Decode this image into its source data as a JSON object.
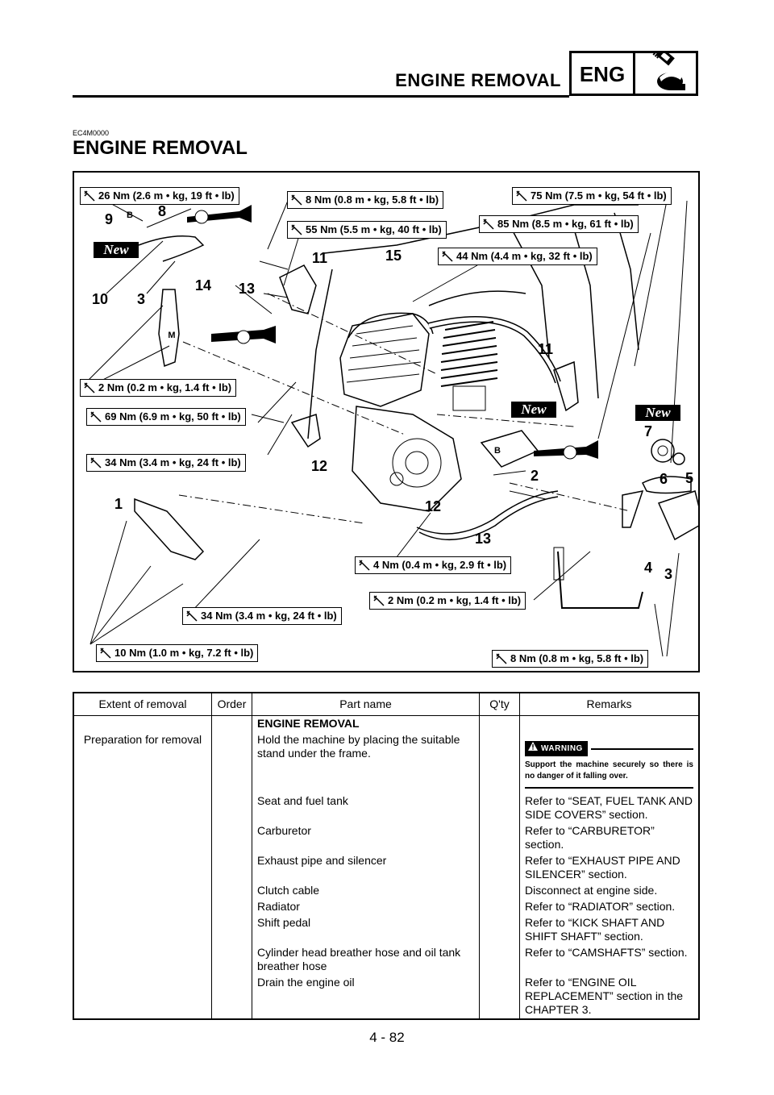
{
  "header": {
    "title": "ENGINE REMOVAL",
    "section_code": "ENG",
    "icon": "wrench-and-engine-icon"
  },
  "document_code": "EC4M0000",
  "page_title": "ENGINE REMOVAL",
  "diagram": {
    "torque_labels": [
      "26 Nm (2.6 m • kg, 19 ft • lb)",
      "8 Nm (0.8 m • kg, 5.8 ft • lb)",
      "75 Nm (7.5 m • kg, 54 ft • lb)",
      "55 Nm (5.5 m • kg, 40 ft • lb)",
      "85 Nm (8.5 m • kg, 61 ft • lb)",
      "44 Nm (4.4 m • kg, 32 ft • lb)",
      "2 Nm (0.2 m • kg, 1.4 ft • lb)",
      "69 Nm (6.9 m • kg, 50 ft • lb)",
      "34 Nm (3.4 m • kg, 24 ft • lb)",
      "4 Nm (0.4 m • kg, 2.9 ft • lb)",
      "2 Nm (0.2 m • kg, 1.4 ft • lb)",
      "34 Nm (3.4 m • kg, 24 ft • lb)",
      "10 Nm (1.0 m • kg, 7.2 ft • lb)",
      "8 Nm (0.8 m • kg, 5.8 ft • lb)"
    ],
    "part_numbers": [
      "9",
      "8",
      "10",
      "3",
      "14",
      "13",
      "11",
      "15",
      "11",
      "12",
      "12",
      "13",
      "2",
      "1",
      "7",
      "6",
      "5",
      "4",
      "3"
    ],
    "new_tags": [
      "New",
      "New",
      "New"
    ],
    "lubricant_tags": [
      "B",
      "M",
      "B"
    ]
  },
  "table": {
    "headers": [
      "Extent of removal",
      "Order",
      "Part name",
      "Q'ty",
      "Remarks"
    ],
    "section_heading": "ENGINE REMOVAL",
    "extent": "Preparation for removal",
    "first_part": "Hold the machine by placing the suitable stand under the frame.",
    "warning": {
      "label": "WARNING",
      "text": "Support the machine securely so there is no danger of it falling over."
    },
    "rows": [
      {
        "part": "Seat and fuel tank",
        "remarks": "Refer to “SEAT, FUEL TANK AND SIDE COVERS” section."
      },
      {
        "part": "Carburetor",
        "remarks": "Refer to “CARBURETOR” section."
      },
      {
        "part": "Exhaust pipe and silencer",
        "remarks": "Refer to “EXHAUST PIPE AND SILENCER” section."
      },
      {
        "part": "Clutch cable",
        "remarks": "Disconnect at engine side."
      },
      {
        "part": "Radiator",
        "remarks": "Refer to “RADIATOR” section."
      },
      {
        "part": "Shift pedal",
        "remarks": "Refer to “KICK SHAFT AND SHIFT SHAFT” section."
      },
      {
        "part": "Cylinder head breather hose and oil tank breather hose",
        "remarks": "Refer to “CAMSHAFTS” section."
      },
      {
        "part": "Drain the engine oil",
        "remarks": "Refer to “ENGINE OIL REPLACEMENT” section in the CHAPTER 3."
      }
    ]
  },
  "page_number": "4 - 82"
}
